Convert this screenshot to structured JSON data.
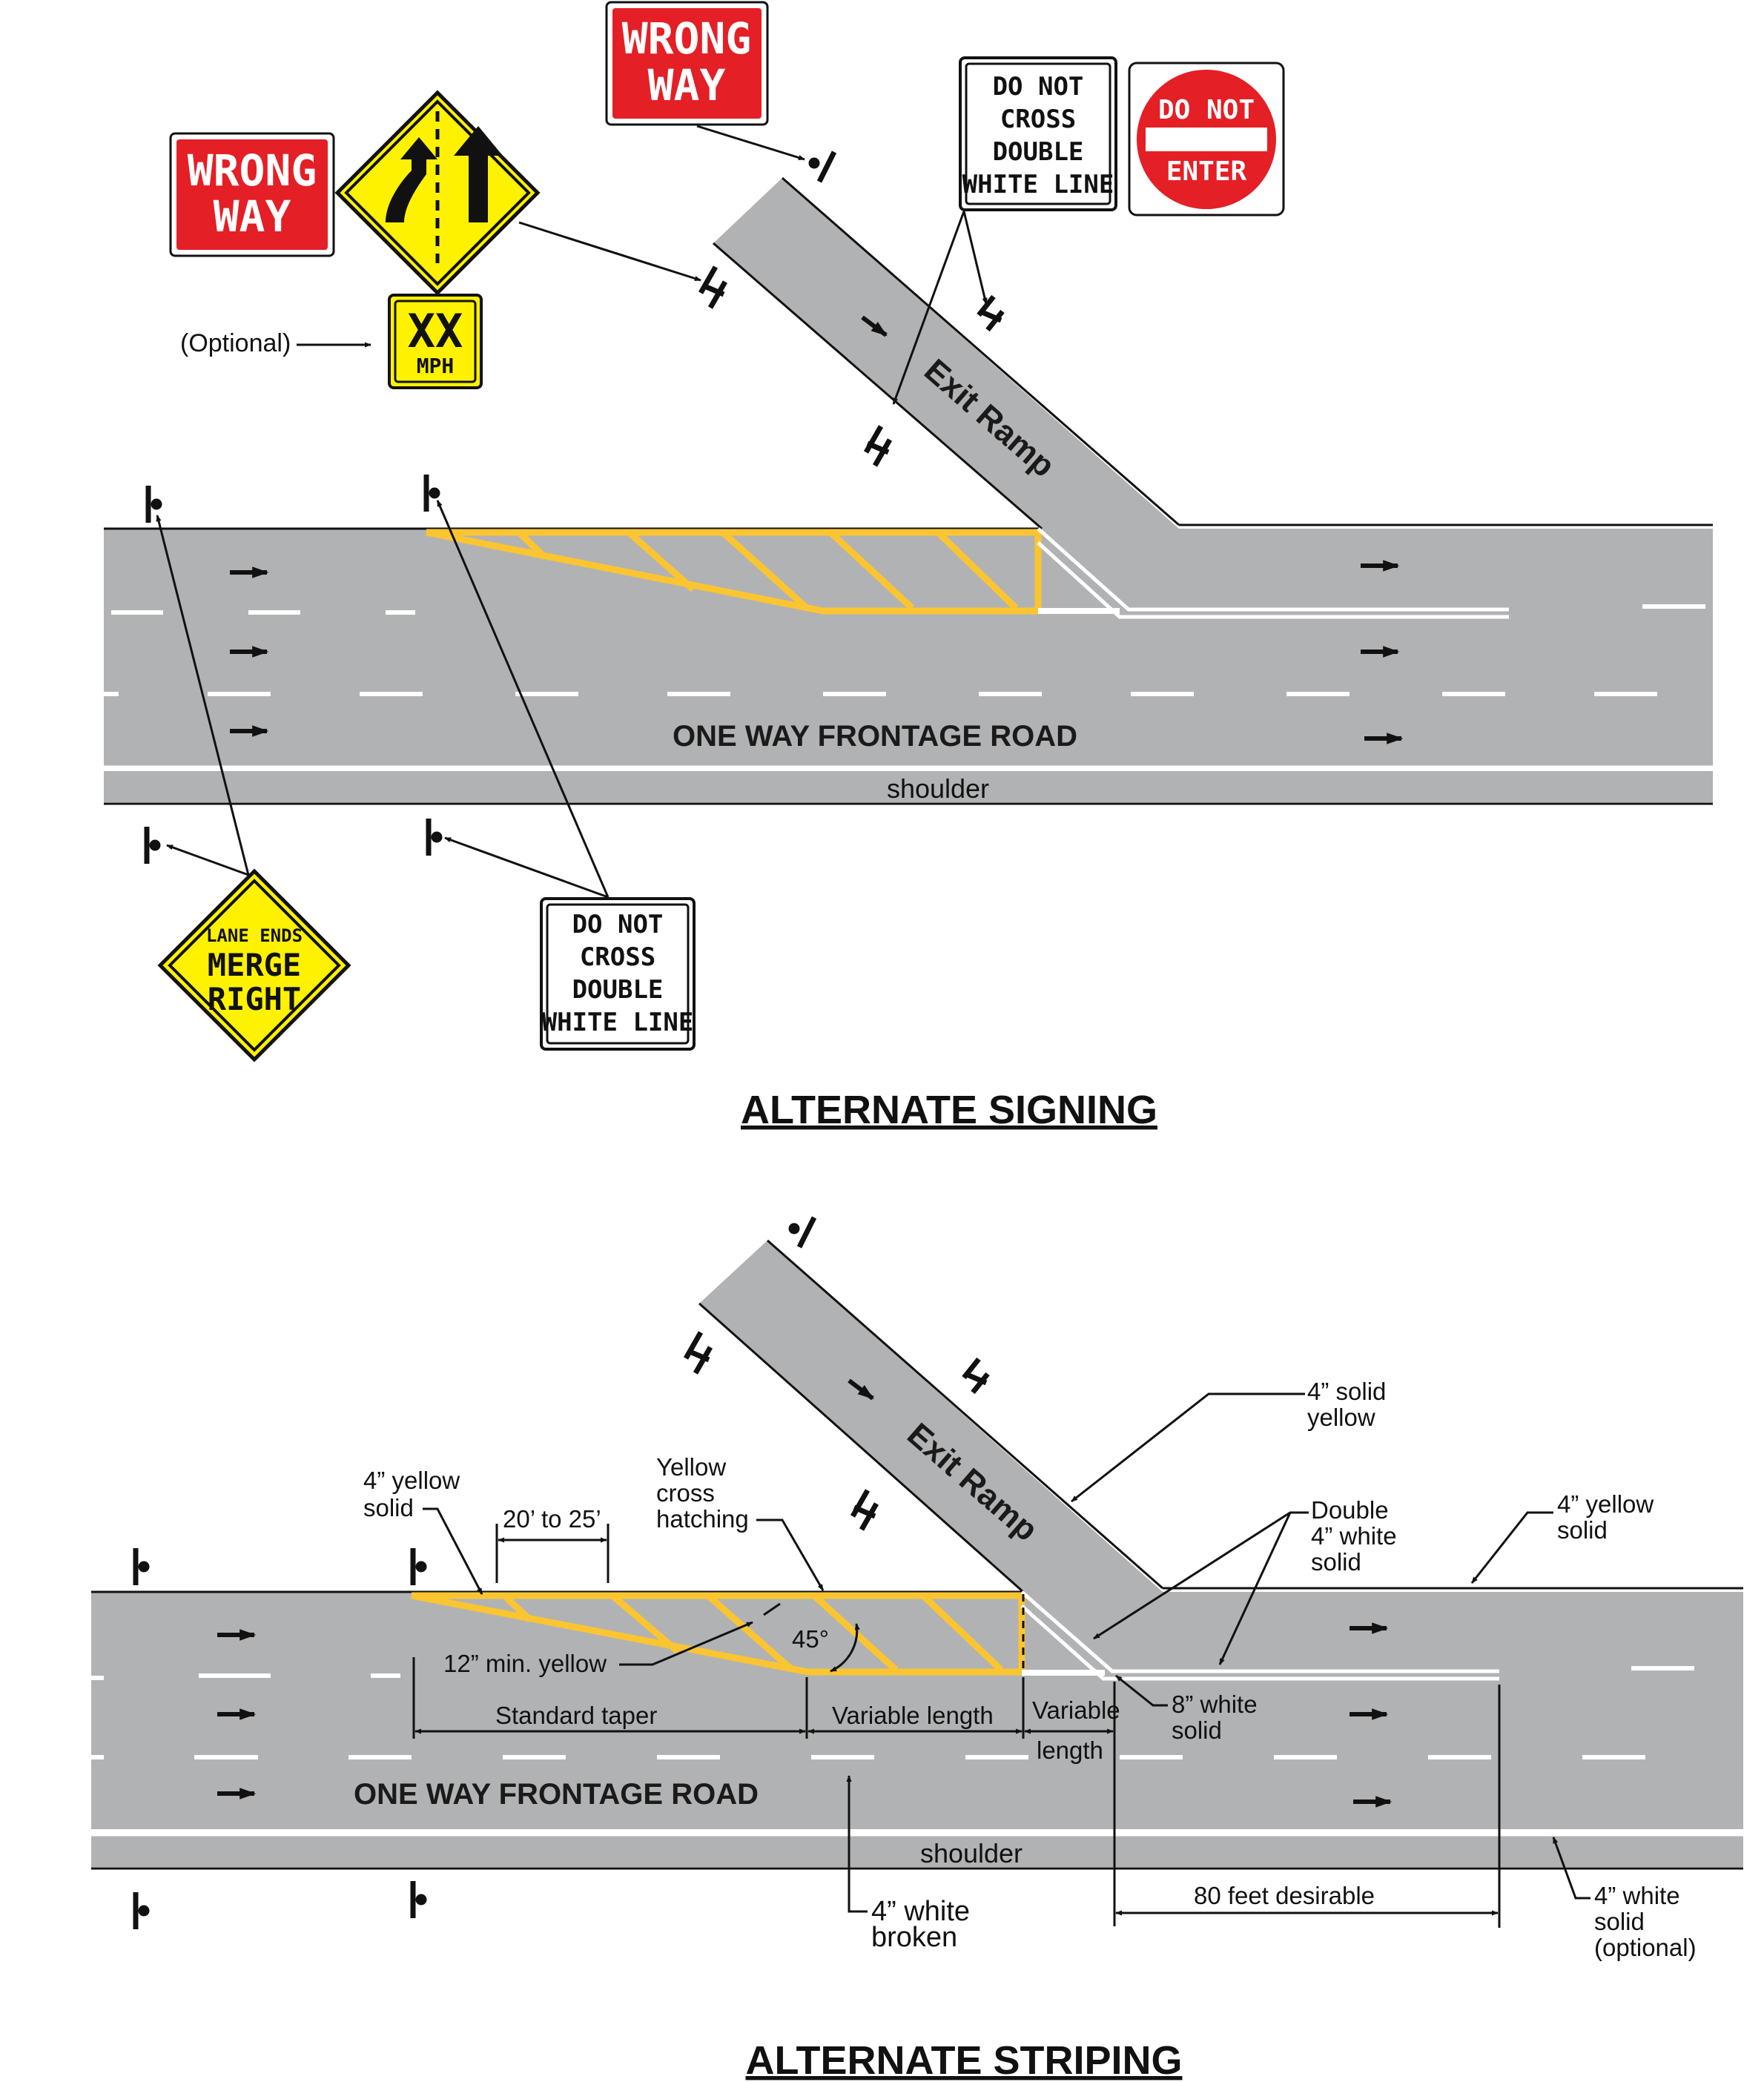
{
  "colors": {
    "road": "#b1b2b4",
    "yellow": "#fbc531",
    "white": "#ffffff",
    "red": "#e41f26",
    "sign_yellow": "#fff200",
    "ink": "#111111"
  },
  "signing": {
    "title": "ALTERNATE SIGNING",
    "road_label": "ONE WAY FRONTAGE ROAD",
    "shoulder_label": "shoulder",
    "ramp_label": "Exit Ramp",
    "optional_label": "(Optional)",
    "wrong_way_line1": "WRONG",
    "wrong_way_line2": "WAY",
    "speed_plaque_value": "XX",
    "speed_plaque_unit": "MPH",
    "dncdwl_line1": "DO NOT",
    "dncdwl_line2": "CROSS",
    "dncdwl_line3": "DOUBLE",
    "dncdwl_line4": "WHITE LINE",
    "do_not_enter_line1": "DO NOT",
    "do_not_enter_line2": "ENTER",
    "lane_ends_line1": "LANE ENDS",
    "lane_ends_line2": "MERGE",
    "lane_ends_line3": "RIGHT"
  },
  "striping": {
    "title": "ALTERNATE STRIPING",
    "road_label": "ONE WAY FRONTAGE ROAD",
    "shoulder_label": "shoulder",
    "ramp_label": "Exit Ramp",
    "yellow_solid_left_1": "4” yellow",
    "yellow_solid_left_2": "solid",
    "spacing_label": "20’ to 25’",
    "cross_hatch_1": "Yellow",
    "cross_hatch_2": "cross",
    "cross_hatch_3": "hatching",
    "min_yellow": "12” min. yellow",
    "angle": "45°",
    "standard_taper": "Standard taper",
    "variable_length": "Variable length",
    "variable_length_2a": "Variable",
    "variable_length_2b": "length",
    "ramp_yellow_1": "4” solid",
    "ramp_yellow_2": "yellow",
    "double_white_1": "Double",
    "double_white_2": "4” white",
    "double_white_3": "solid",
    "yellow_solid_right_1": "4” yellow",
    "yellow_solid_right_2": "solid",
    "white_8_1": "8” white",
    "white_8_2": "solid",
    "white_broken_1": "4” white",
    "white_broken_2": "broken",
    "eighty_feet": "80 feet desirable",
    "white_solid_opt_1": "4” white",
    "white_solid_opt_2": "solid",
    "white_solid_opt_3": "(optional)"
  }
}
